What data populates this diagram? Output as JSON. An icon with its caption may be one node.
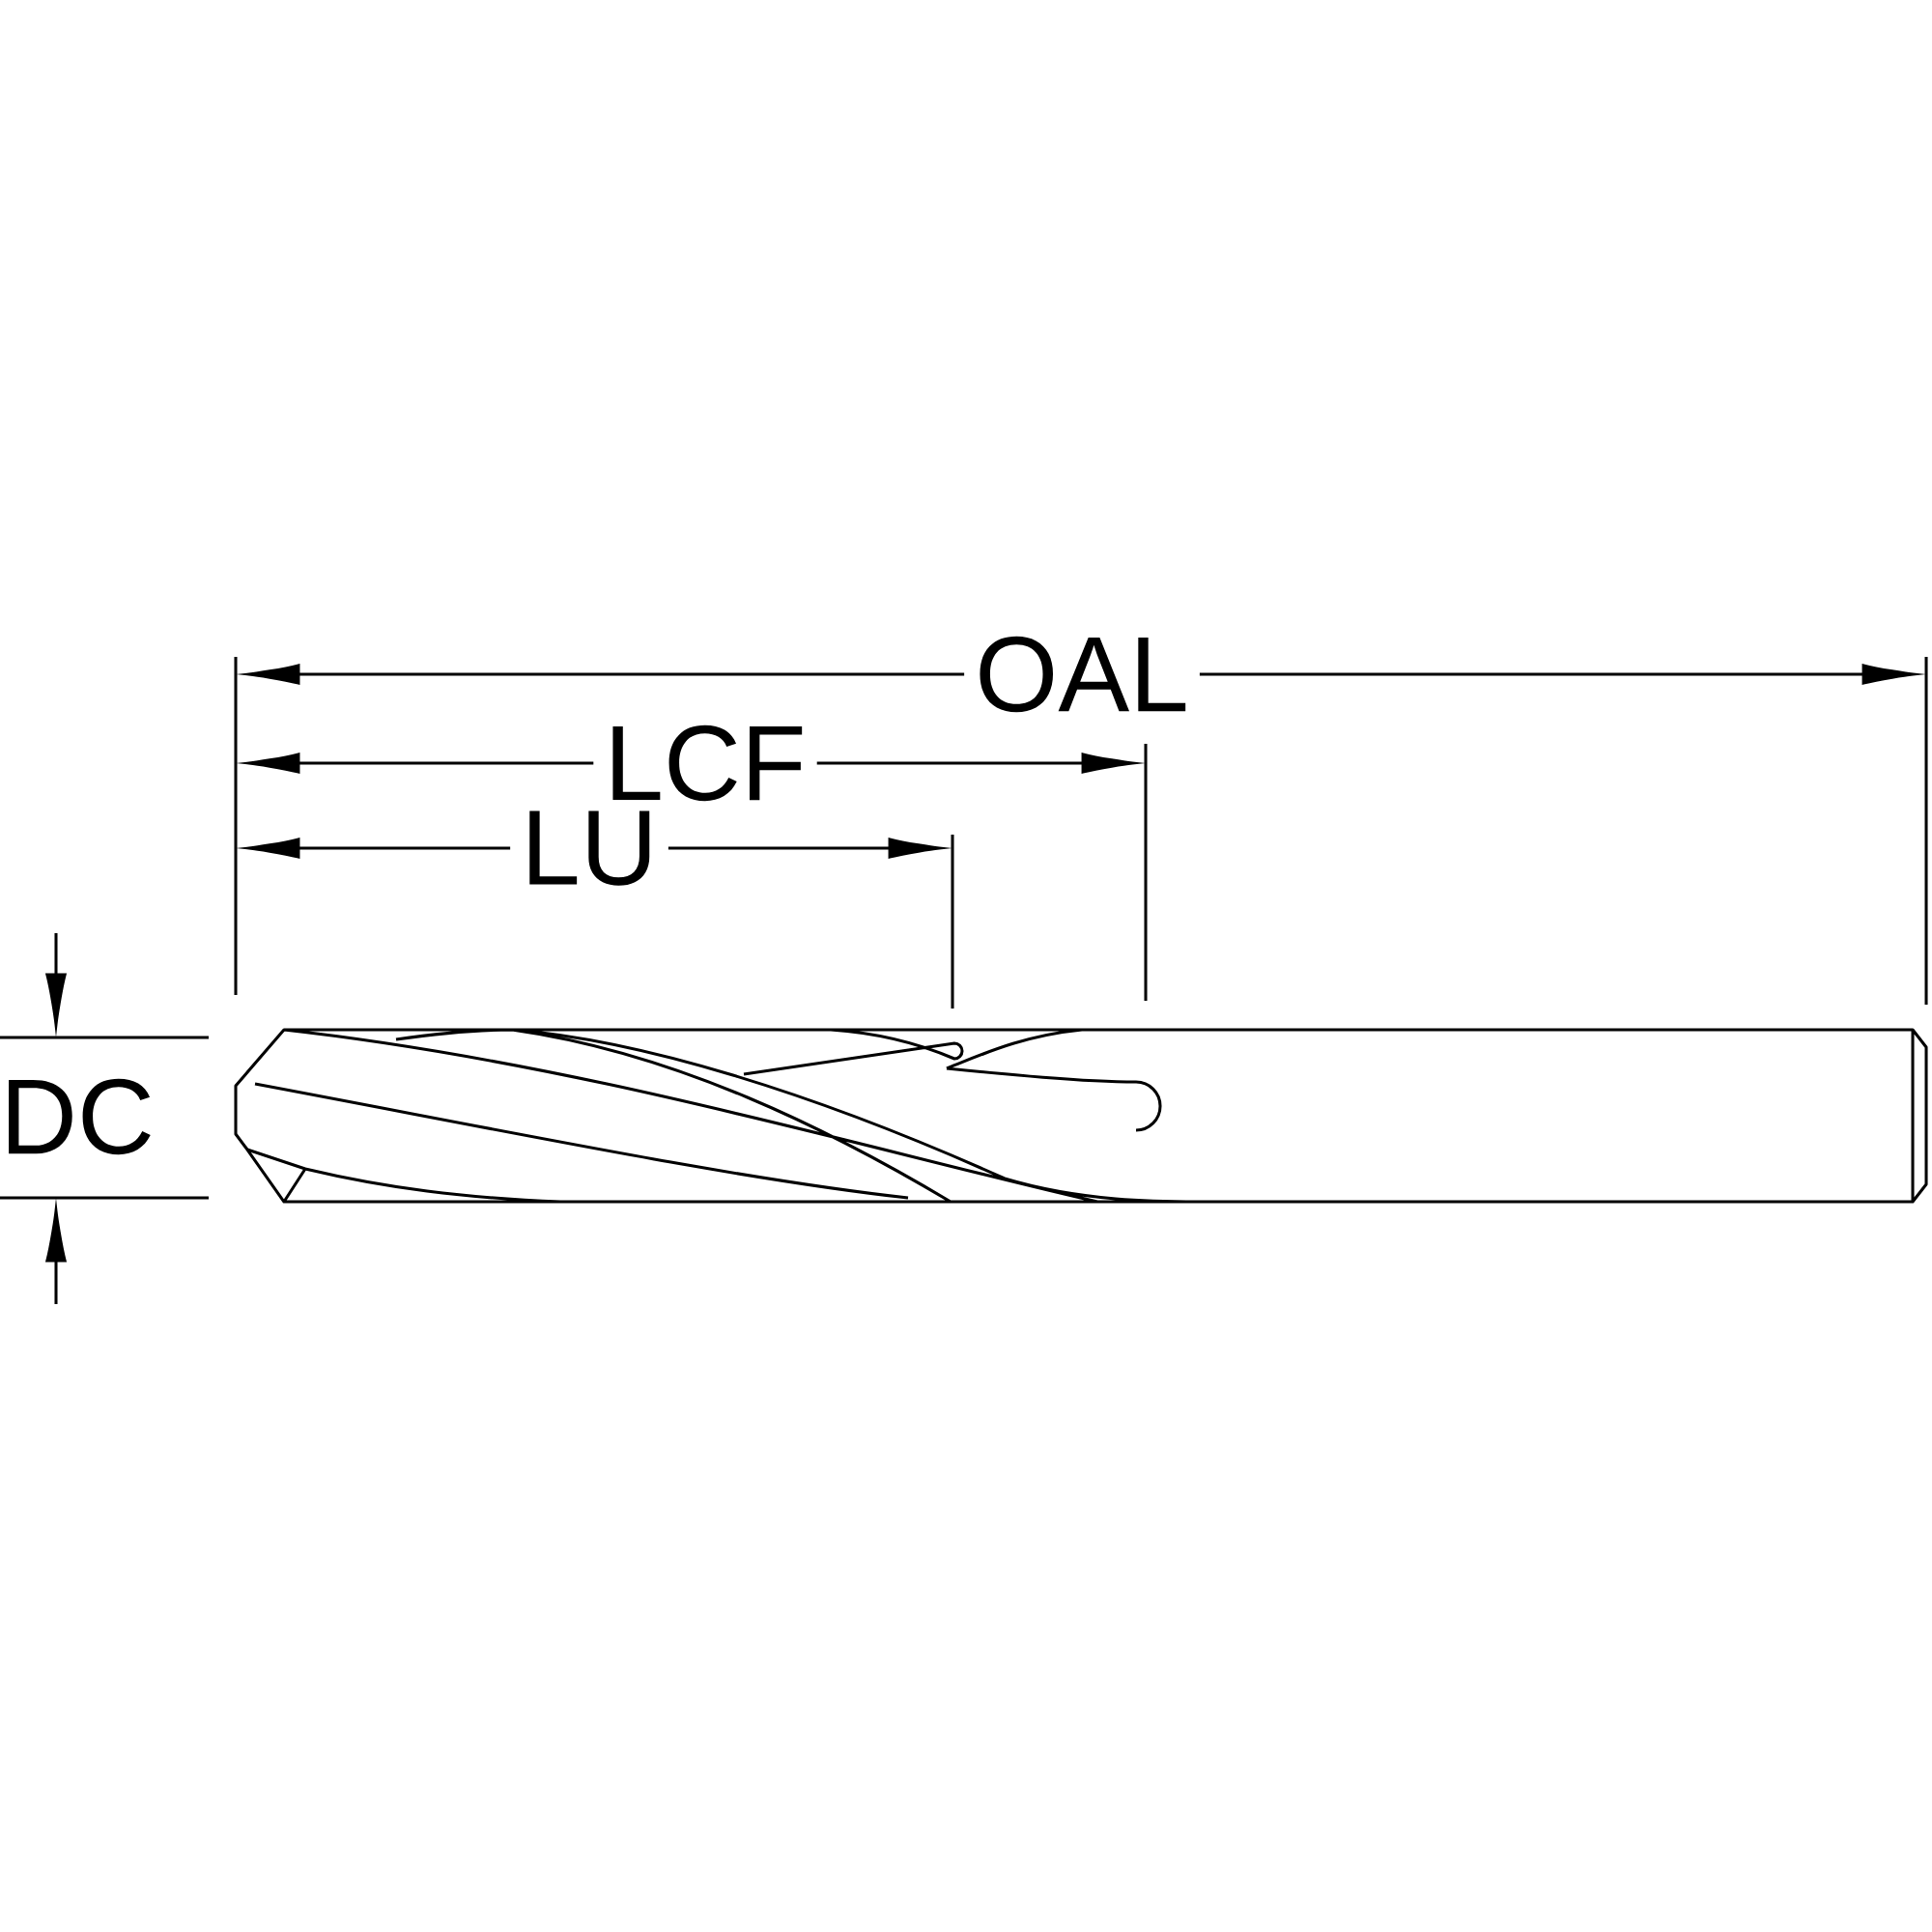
{
  "diagram": {
    "labels": [
      "OAL",
      "LCF",
      "LU",
      "DC"
    ]
  }
}
